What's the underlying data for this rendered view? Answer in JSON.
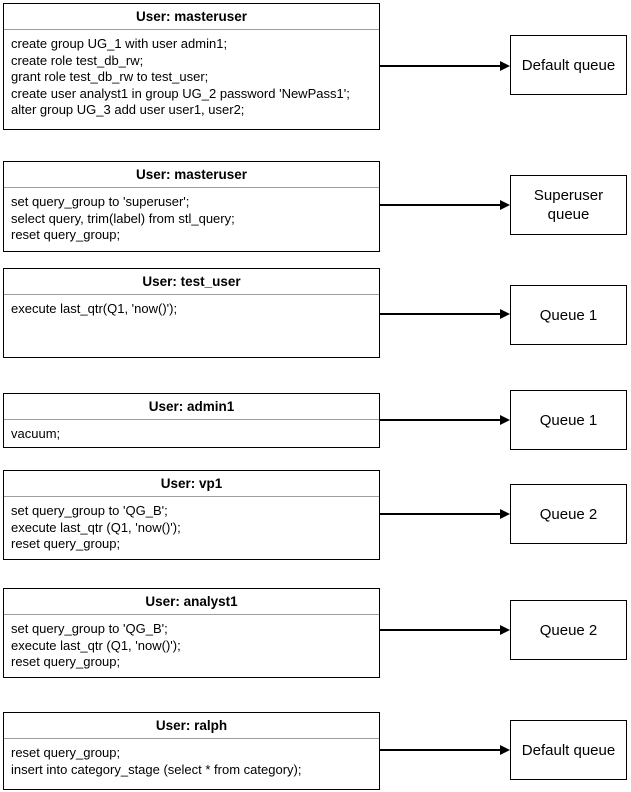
{
  "colors": {
    "border": "#000000",
    "header_divider": "#9e9e9e",
    "background": "#ffffff",
    "text": "#000000"
  },
  "rows": [
    {
      "user_label": "User: masteruser",
      "statements": [
        "create group UG_1 with user admin1;",
        "create role test_db_rw;",
        "grant role test_db_rw to test_user;",
        "create user analyst1 in group UG_2 password 'NewPass1';",
        "alter group UG_3 add user user1, user2;"
      ],
      "queue_label": "Default queue"
    },
    {
      "user_label": "User: masteruser",
      "statements": [
        "set query_group to 'superuser';",
        "select query, trim(label) from stl_query;",
        "reset query_group;"
      ],
      "queue_label": "Superuser queue"
    },
    {
      "user_label": "User: test_user",
      "statements": [
        "execute last_qtr(Q1, 'now()');"
      ],
      "queue_label": "Queue 1"
    },
    {
      "user_label": "User: admin1",
      "statements": [
        "vacuum;"
      ],
      "queue_label": "Queue 1"
    },
    {
      "user_label": "User: vp1",
      "statements": [
        "set query_group to 'QG_B';",
        "execute last_qtr (Q1, 'now()');",
        "reset query_group;"
      ],
      "queue_label": "Queue 2"
    },
    {
      "user_label": "User: analyst1",
      "statements": [
        "set query_group to 'QG_B';",
        "execute last_qtr (Q1, 'now()');",
        "reset query_group;"
      ],
      "queue_label": "Queue 2"
    },
    {
      "user_label": "User: ralph",
      "statements": [
        "reset query_group;",
        "insert into category_stage (select * from category);"
      ],
      "queue_label": "Default queue"
    }
  ]
}
